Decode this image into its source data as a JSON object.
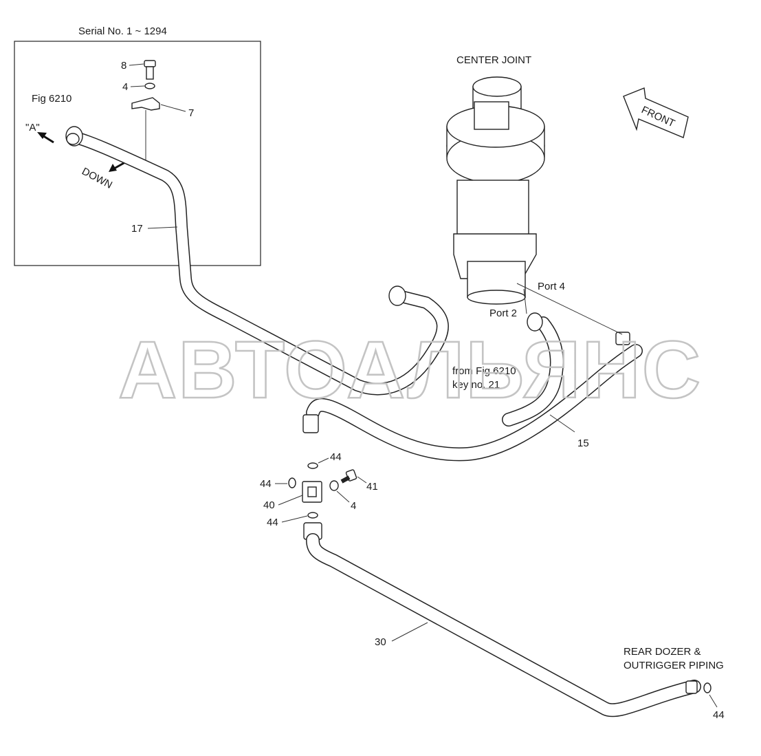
{
  "inset": {
    "title": "Serial No. 1 ~ 1294",
    "fig_ref": "Fig 6210",
    "view_a": "\"A\"",
    "down": "DOWN"
  },
  "center_joint": {
    "title": "CENTER JOINT",
    "port4": "Port 4",
    "port2": "Port 2"
  },
  "front": "FRONT",
  "from_fig": {
    "line1": "from Fig 6210",
    "line2": "key no. 21"
  },
  "rear": {
    "line1": "REAR DOZER &",
    "line2": "OUTRIGGER PIPING"
  },
  "watermark": "АВТОАЛЬЯНС",
  "callouts": {
    "bolt_8": "8",
    "washer_4_top": "4",
    "clamp_7": "7",
    "pipe_17": "17",
    "hose_15": "15",
    "oring_44_top": "44",
    "oring_44_left": "44",
    "tee_40": "40",
    "bolt_41": "41",
    "washer_4_mid": "4",
    "oring_44_low": "44",
    "hose_30": "30",
    "oring_44_end": "44"
  }
}
